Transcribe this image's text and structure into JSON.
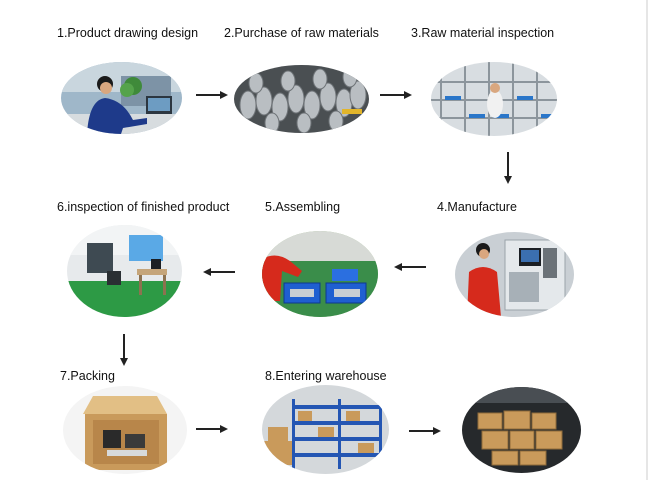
{
  "steps": [
    {
      "label": "1.Product drawing design"
    },
    {
      "label": "2.Purchase of raw materials"
    },
    {
      "label": "3.Raw material inspection"
    },
    {
      "label": "4.Manufacture"
    },
    {
      "label": "5.Assembling"
    },
    {
      "label": "6.inspection of finished product"
    },
    {
      "label": "7.Packing"
    },
    {
      "label": "8.Entering warehouse"
    }
  ],
  "colors": {
    "arrow": "#222222",
    "worker_shirt": "#1e3a8a",
    "red_shirt": "#d62a1c",
    "blue_tray": "#1f5fd1"
  }
}
